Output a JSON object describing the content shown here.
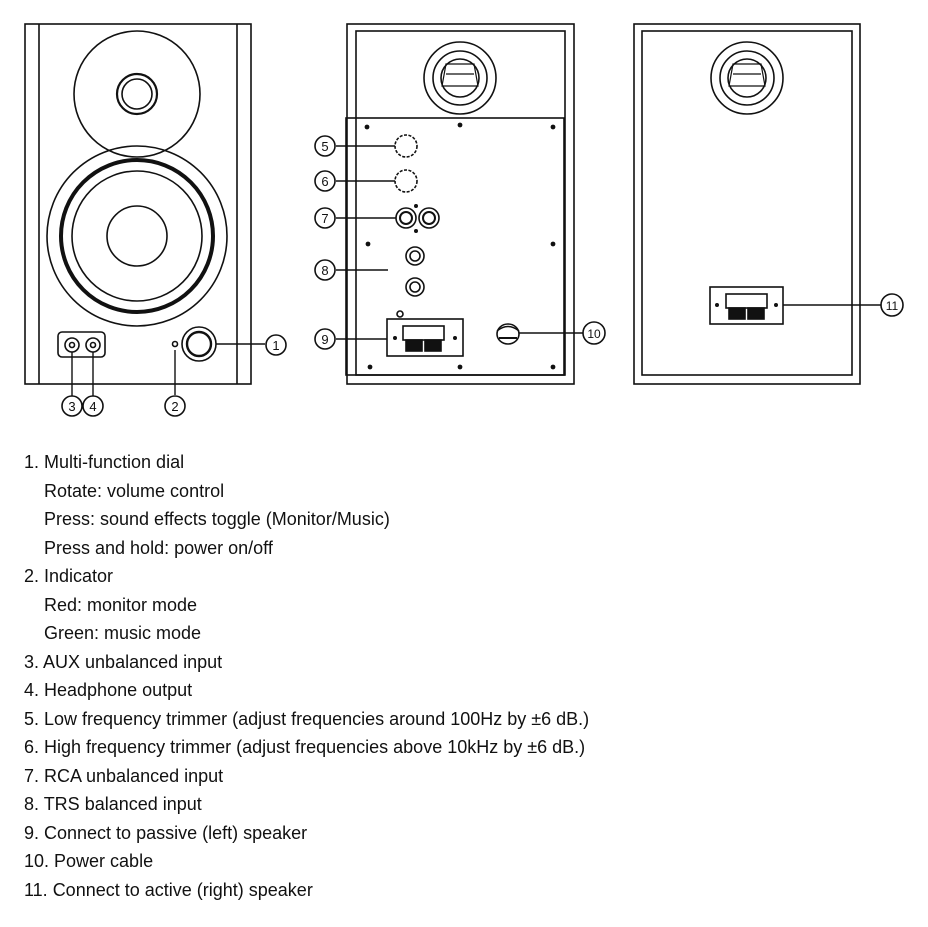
{
  "callout_numbers": [
    "1",
    "2",
    "3",
    "4",
    "5",
    "6",
    "7",
    "8",
    "9",
    "10",
    "11"
  ],
  "legend": [
    {
      "title": "1. Multi-function dial",
      "details": [
        "Rotate: volume control",
        "Press: sound effects toggle (Monitor/Music)",
        "Press and hold: power on/off"
      ]
    },
    {
      "title": "2. Indicator",
      "details": [
        "Red: monitor mode",
        "Green: music mode"
      ]
    },
    {
      "title": "3. AUX unbalanced input",
      "details": []
    },
    {
      "title": "4. Headphone output",
      "details": []
    },
    {
      "title": "5. Low frequency trimmer (adjust frequencies around 100Hz by ±6 dB.)",
      "details": []
    },
    {
      "title": "6. High frequency trimmer (adjust frequencies above 10kHz by ±6 dB.)",
      "details": []
    },
    {
      "title": "7. RCA unbalanced input",
      "details": []
    },
    {
      "title": "8. TRS balanced input",
      "details": []
    },
    {
      "title": "9. Connect to passive (left) speaker",
      "details": []
    },
    {
      "title": "10. Power cable",
      "details": []
    },
    {
      "title": "11. Connect to active (right) speaker",
      "details": []
    }
  ]
}
